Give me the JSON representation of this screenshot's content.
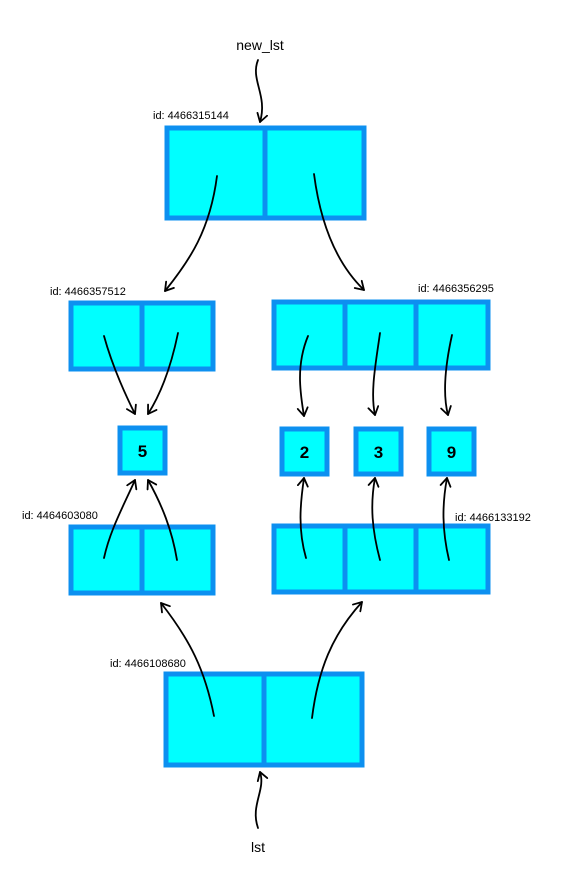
{
  "variables": {
    "new_lst": "new_lst",
    "lst": "lst"
  },
  "lists": {
    "new_outer": {
      "id_label": "id: 4466315144"
    },
    "new_inner_left": {
      "id_label": "id: 4466357512"
    },
    "new_inner_right": {
      "id_label": "id: 4466356295"
    },
    "orig_inner_left": {
      "id_label": "id: 4464603080"
    },
    "orig_inner_right": {
      "id_label": "id: 4466133192"
    },
    "orig_outer": {
      "id_label": "id: 4466108680"
    }
  },
  "values": {
    "five": "5",
    "two": "2",
    "three": "3",
    "nine": "9"
  },
  "colors": {
    "cell_fill": "#00FFFF",
    "cell_border": "#0D90F0",
    "arrow": "#000000"
  }
}
